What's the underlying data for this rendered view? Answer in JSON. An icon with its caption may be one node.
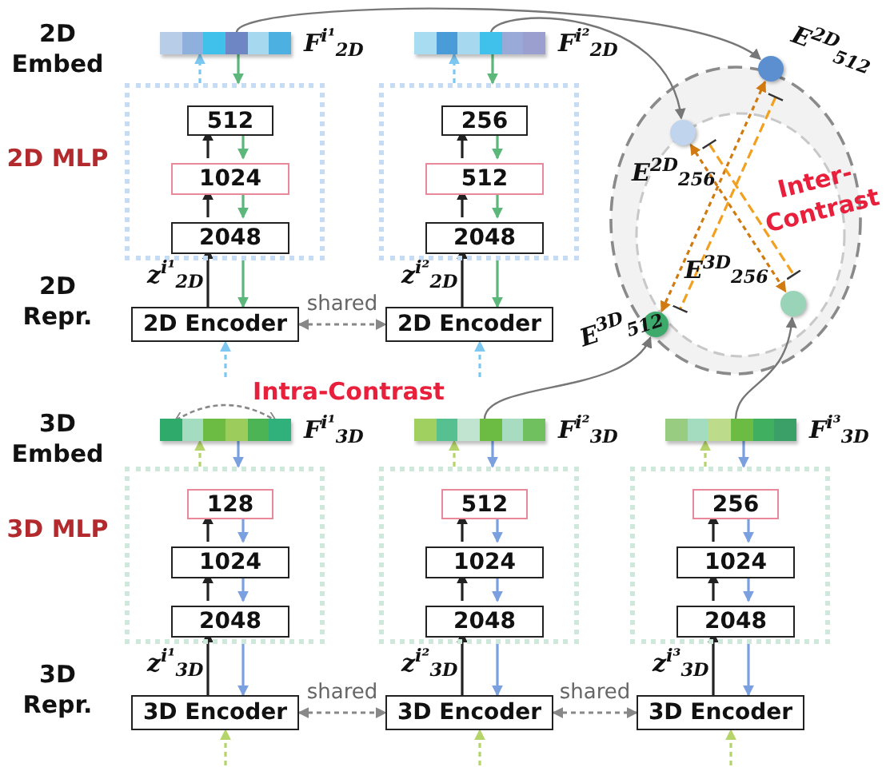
{
  "diagram": {
    "nodes": [
      {
        "text": [],
        "shape": "bar",
        "beside": [
          "F$^{i¹}$$_{2D}$"
        ]
      },
      {
        "text": [],
        "shape": "box"
      },
      {
        "text": [
          "512"
        ],
        "in": 1
      },
      {
        "text": [
          "1024"
        ],
        "in": 1
      },
      {
        "text": [
          "2048"
        ],
        "in": 1
      },
      {
        "text": [
          "2D Encoder"
        ],
        "beside": [
          "z$^{i¹}$$_{2D}$"
        ]
      },
      {
        "text": [],
        "shape": "bar",
        "beside": [
          "F$^{i²}$$_{2D}$"
        ]
      },
      {
        "text": [],
        "shape": "box"
      },
      {
        "text": [
          "256"
        ],
        "in": 7
      },
      {
        "text": [
          "512"
        ],
        "in": 7
      },
      {
        "text": [
          "2048"
        ],
        "in": 7
      },
      {
        "text": [
          "2D Encoder"
        ],
        "beside": [
          "z$^{i²}$$_{2D}$"
        ]
      },
      {
        "text": [],
        "shape": "circle",
        "beside": [
          "E$^{2D}$$_{512}$"
        ]
      },
      {
        "text": [],
        "shape": "circle",
        "beside": [
          "E$^{2D}$$_{256}$"
        ]
      },
      {
        "text": [],
        "shape": "circle",
        "beside": [
          "E$^{3D}$$_{256}$"
        ]
      },
      {
        "text": [],
        "shape": "circle",
        "beside": [
          "E$^{3D}$$_{512}$"
        ]
      },
      {
        "text": [],
        "shape": "bar",
        "beside": [
          "F$^{i¹}$$_{3D}$"
        ]
      },
      {
        "text": [],
        "shape": "box"
      },
      {
        "text": [
          "128"
        ],
        "in": 17
      },
      {
        "text": [
          "1024"
        ],
        "in": 17
      },
      {
        "text": [
          "2048"
        ],
        "in": 17
      },
      {
        "text": [
          "3D Encoder"
        ],
        "beside": [
          "z$^{i¹}$$_{3D}$"
        ]
      },
      {
        "text": [],
        "shape": "bar",
        "beside": [
          "F$^{i²}$$_{3D}$"
        ]
      },
      {
        "text": [],
        "shape": "box"
      },
      {
        "text": [
          "512"
        ],
        "in": 23
      },
      {
        "text": [
          "1024"
        ],
        "in": 23
      },
      {
        "text": [
          "2048"
        ],
        "in": 23
      },
      {
        "text": [
          "3D Encoder"
        ],
        "beside": [
          "z$^{i²}$$_{3D}$"
        ]
      },
      {
        "text": [],
        "shape": "bar",
        "beside": [
          "F$^{i³}$$_{3D}$"
        ]
      },
      {
        "text": [],
        "shape": "box"
      },
      {
        "text": [
          "256"
        ],
        "in": 29
      },
      {
        "text": [
          "1024"
        ],
        "in": 29
      },
      {
        "text": [
          "2048"
        ],
        "in": 29
      },
      {
        "text": [
          "3D Encoder"
        ],
        "beside": [
          "z$^{i³}$$_{3D}$"
        ]
      }
    ],
    "edges": [
      {
        "from": 5,
        "to": 4,
        "arrow": "to"
      },
      {
        "from": 4,
        "to": 3,
        "arrow": "to"
      },
      {
        "from": 3,
        "to": 2,
        "arrow": "to"
      },
      {
        "from": 0,
        "to": 1,
        "arrow": "to",
        "color": "#5cb87a"
      },
      {
        "from": 2,
        "to": 3,
        "arrow": "to",
        "color": "#5cb87a"
      },
      {
        "from": 3,
        "to": 4,
        "arrow": "to",
        "color": "#5cb87a"
      },
      {
        "from": 1,
        "to": 5,
        "arrow": "to",
        "color": "#5cb87a"
      },
      {
        "from": 1,
        "to": 0,
        "arrow": "to",
        "style": "dashed",
        "color": "#7cc8f0"
      },
      {
        "from": null,
        "to": 5,
        "arrow": "to",
        "style": "dashed",
        "color": "#7cc8f0"
      },
      {
        "from": 11,
        "to": 10,
        "arrow": "to"
      },
      {
        "from": 10,
        "to": 9,
        "arrow": "to"
      },
      {
        "from": 9,
        "to": 8,
        "arrow": "to"
      },
      {
        "from": 6,
        "to": 7,
        "arrow": "to",
        "color": "#5cb87a"
      },
      {
        "from": 8,
        "to": 9,
        "arrow": "to",
        "color": "#5cb87a"
      },
      {
        "from": 9,
        "to": 10,
        "arrow": "to",
        "color": "#5cb87a"
      },
      {
        "from": 7,
        "to": 11,
        "arrow": "to",
        "color": "#5cb87a"
      },
      {
        "from": 7,
        "to": 6,
        "arrow": "to",
        "style": "dashed",
        "color": "#7cc8f0"
      },
      {
        "from": null,
        "to": 11,
        "arrow": "to",
        "style": "dashed",
        "color": "#7cc8f0"
      },
      {
        "from": 21,
        "to": 20,
        "arrow": "to"
      },
      {
        "from": 20,
        "to": 19,
        "arrow": "to"
      },
      {
        "from": 19,
        "to": 18,
        "arrow": "to"
      },
      {
        "from": 16,
        "to": 17,
        "arrow": "to",
        "color": "#7aa0e0"
      },
      {
        "from": 18,
        "to": 19,
        "arrow": "to",
        "color": "#7aa0e0"
      },
      {
        "from": 19,
        "to": 20,
        "arrow": "to",
        "color": "#7aa0e0"
      },
      {
        "from": 17,
        "to": 21,
        "arrow": "to",
        "color": "#7aa0e0"
      },
      {
        "from": 17,
        "to": 16,
        "arrow": "to",
        "style": "dashed",
        "color": "#b5d46a"
      },
      {
        "from": null,
        "to": 21,
        "arrow": "to",
        "style": "dashed",
        "color": "#b5d46a"
      },
      {
        "from": 27,
        "to": 26,
        "arrow": "to"
      },
      {
        "from": 26,
        "to": 25,
        "arrow": "to"
      },
      {
        "from": 25,
        "to": 24,
        "arrow": "to"
      },
      {
        "from": 22,
        "to": 23,
        "arrow": "to",
        "color": "#7aa0e0"
      },
      {
        "from": 24,
        "to": 25,
        "arrow": "to",
        "color": "#7aa0e0"
      },
      {
        "from": 25,
        "to": 26,
        "arrow": "to",
        "color": "#7aa0e0"
      },
      {
        "from": 23,
        "to": 27,
        "arrow": "to",
        "color": "#7aa0e0"
      },
      {
        "from": 23,
        "to": 22,
        "arrow": "to",
        "style": "dashed",
        "color": "#b5d46a"
      },
      {
        "from": null,
        "to": 27,
        "arrow": "to",
        "style": "dashed",
        "color": "#b5d46a"
      },
      {
        "from": 33,
        "to": 32,
        "arrow": "to"
      },
      {
        "from": 32,
        "to": 31,
        "arrow": "to"
      },
      {
        "from": 31,
        "to": 30,
        "arrow": "to"
      },
      {
        "from": 28,
        "to": 29,
        "arrow": "to",
        "color": "#7aa0e0"
      },
      {
        "from": 30,
        "to": 31,
        "arrow": "to",
        "color": "#7aa0e0"
      },
      {
        "from": 31,
        "to": 32,
        "arrow": "to",
        "color": "#7aa0e0"
      },
      {
        "from": 29,
        "to": 33,
        "arrow": "to",
        "color": "#7aa0e0"
      },
      {
        "from": 29,
        "to": 28,
        "arrow": "to",
        "style": "dashed",
        "color": "#b5d46a"
      },
      {
        "from": null,
        "to": 33,
        "arrow": "to",
        "style": "dashed",
        "color": "#b5d46a"
      },
      {
        "from": 5,
        "to": 11,
        "arrow": "both",
        "label": "shared",
        "style": "dashed",
        "color": "#888888"
      },
      {
        "from": 21,
        "to": 27,
        "arrow": "both",
        "label": "shared",
        "style": "dashed",
        "color": "#888888"
      },
      {
        "from": 27,
        "to": 33,
        "arrow": "both",
        "label": "shared",
        "style": "dashed",
        "color": "#888888"
      },
      {
        "from": 0,
        "to": 12,
        "arrow": "to",
        "color": "#777777"
      },
      {
        "from": 6,
        "to": 13,
        "arrow": "to",
        "color": "#777777"
      },
      {
        "from": 22,
        "to": 15,
        "arrow": "to",
        "color": "#777777"
      },
      {
        "from": 28,
        "to": 14,
        "arrow": "to",
        "color": "#777777"
      },
      {
        "from": 12,
        "to": 15,
        "arrow": "both",
        "style": "dashed",
        "color": "#d07a10"
      },
      {
        "from": 13,
        "to": 14,
        "arrow": "both",
        "style": "dashed",
        "color": "#d07a10"
      },
      {
        "from": 12,
        "to": 15,
        "arrow": "other",
        "style": "dashed",
        "color": "#f2a020"
      },
      {
        "from": 13,
        "to": 14,
        "arrow": "other",
        "style": "dashed",
        "color": "#f2a020"
      }
    ],
    "labels": [
      "2D Embed",
      "2D MLP",
      "Inter-Contrast",
      "2D Repr.",
      "Intra-Contrast",
      "3D Embed",
      "3D MLP",
      "3D Repr."
    ]
  }
}
